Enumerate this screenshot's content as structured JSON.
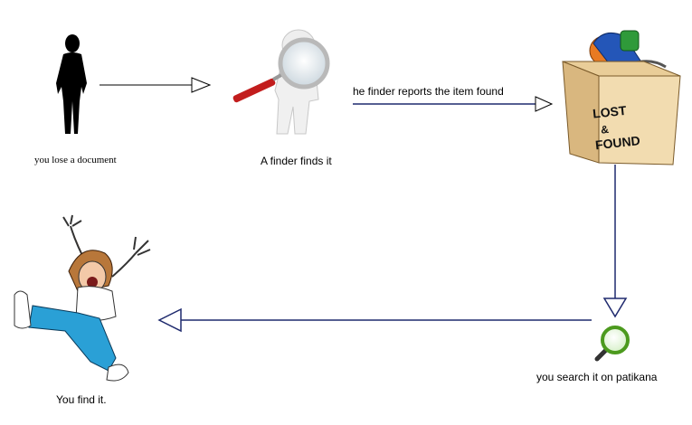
{
  "steps": {
    "lose": {
      "caption": "you lose a document"
    },
    "find": {
      "caption": "A finder finds it"
    },
    "report": {
      "caption": "he finder reports the item found"
    },
    "box": {
      "line1": "LOST",
      "line2": "&",
      "line3": "FOUND"
    },
    "search": {
      "caption": "you search it on patikana"
    },
    "found": {
      "caption": "You find it."
    }
  },
  "colors": {
    "arrow_black": "#000000",
    "arrow_blue": "#1f2a6e",
    "box_face": "#f2dcb0",
    "box_side": "#d9b77f",
    "magnifier_green": "#4c9a1e"
  },
  "icons": [
    "silhouette-icon",
    "magnifier-figure-icon",
    "lost-found-box-icon",
    "search-magnifier-icon",
    "happy-person-icon"
  ]
}
